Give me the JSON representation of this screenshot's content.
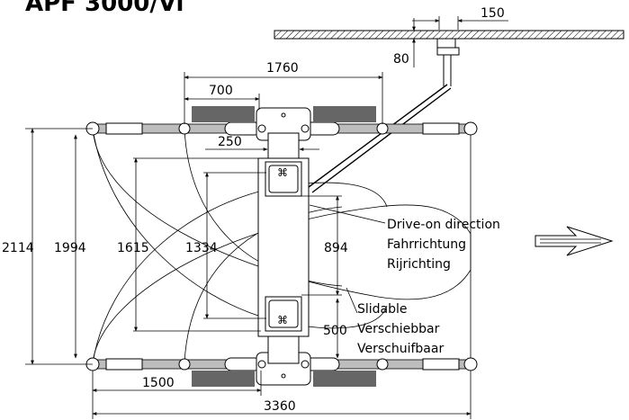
{
  "title": "APF 3000/Vi",
  "dimensions": {
    "post_offset": "150",
    "ceiling_gap": "80",
    "pad_span": "1760",
    "pad_width": "700",
    "center_width": "250",
    "outer_length": "2114",
    "length_1994": "1994",
    "length_1615": "1615",
    "length_1334": "1334",
    "length_894": "894",
    "length_500": "500",
    "arm_1500": "1500",
    "overall_width": "3360"
  },
  "labels": {
    "drive_on_en": "Drive-on direction",
    "drive_on_de": "Fahrrichtung",
    "drive_on_nl": "Rijrichting",
    "slidable_en": "Slidable",
    "slidable_de": "Verschiebbar",
    "slidable_nl": "Verschuifbaar"
  }
}
